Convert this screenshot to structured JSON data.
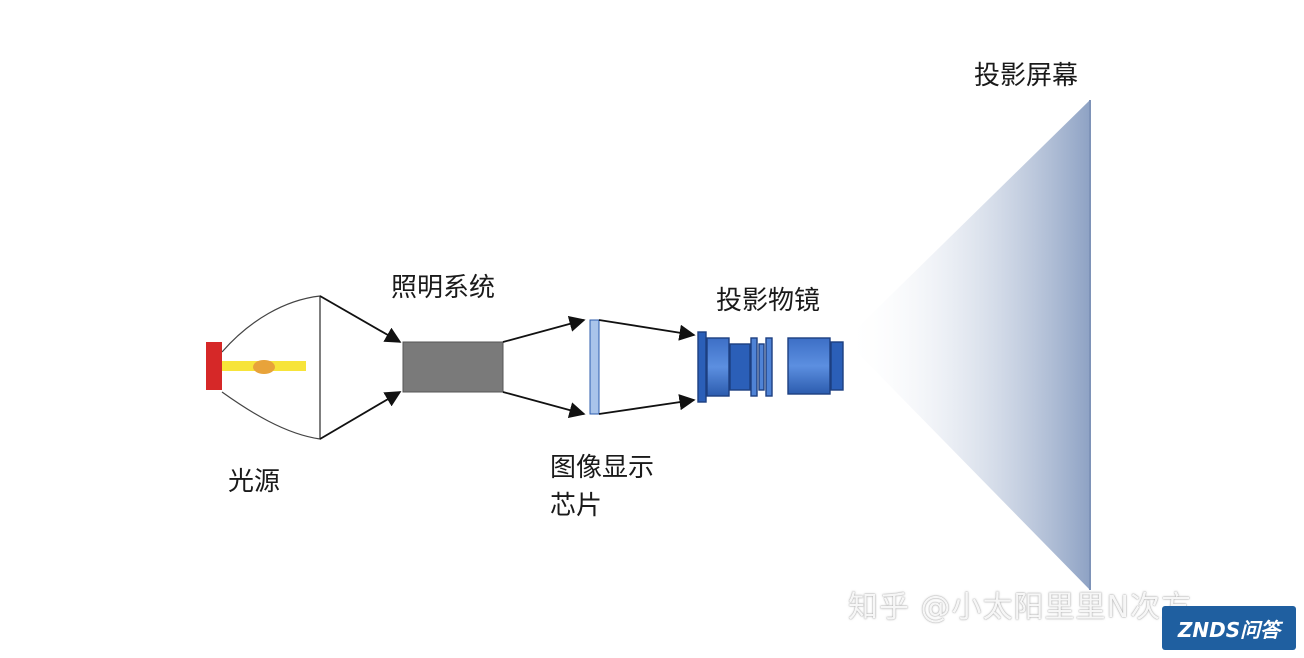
{
  "labels": {
    "light_source": "光源",
    "illumination_system": "照明系统",
    "image_chip_line1": "图像显示",
    "image_chip_line2": "芯片",
    "projection_lens": "投影物镜",
    "projection_screen": "投影屏幕"
  },
  "watermark": {
    "text": "知乎 @小太阳里里N次方"
  },
  "badge": {
    "text": "ZNDS问答"
  },
  "colors": {
    "lamp": "#d62828",
    "beam": "#f7e43a",
    "filament": "#e8a33a",
    "illumination_block": "#7a7a7a",
    "chip_plate": "#a9c4ea",
    "lens_dark": "#2b5fb8",
    "lens_light": "#4f83d6",
    "screen": "#8ea2c4"
  }
}
